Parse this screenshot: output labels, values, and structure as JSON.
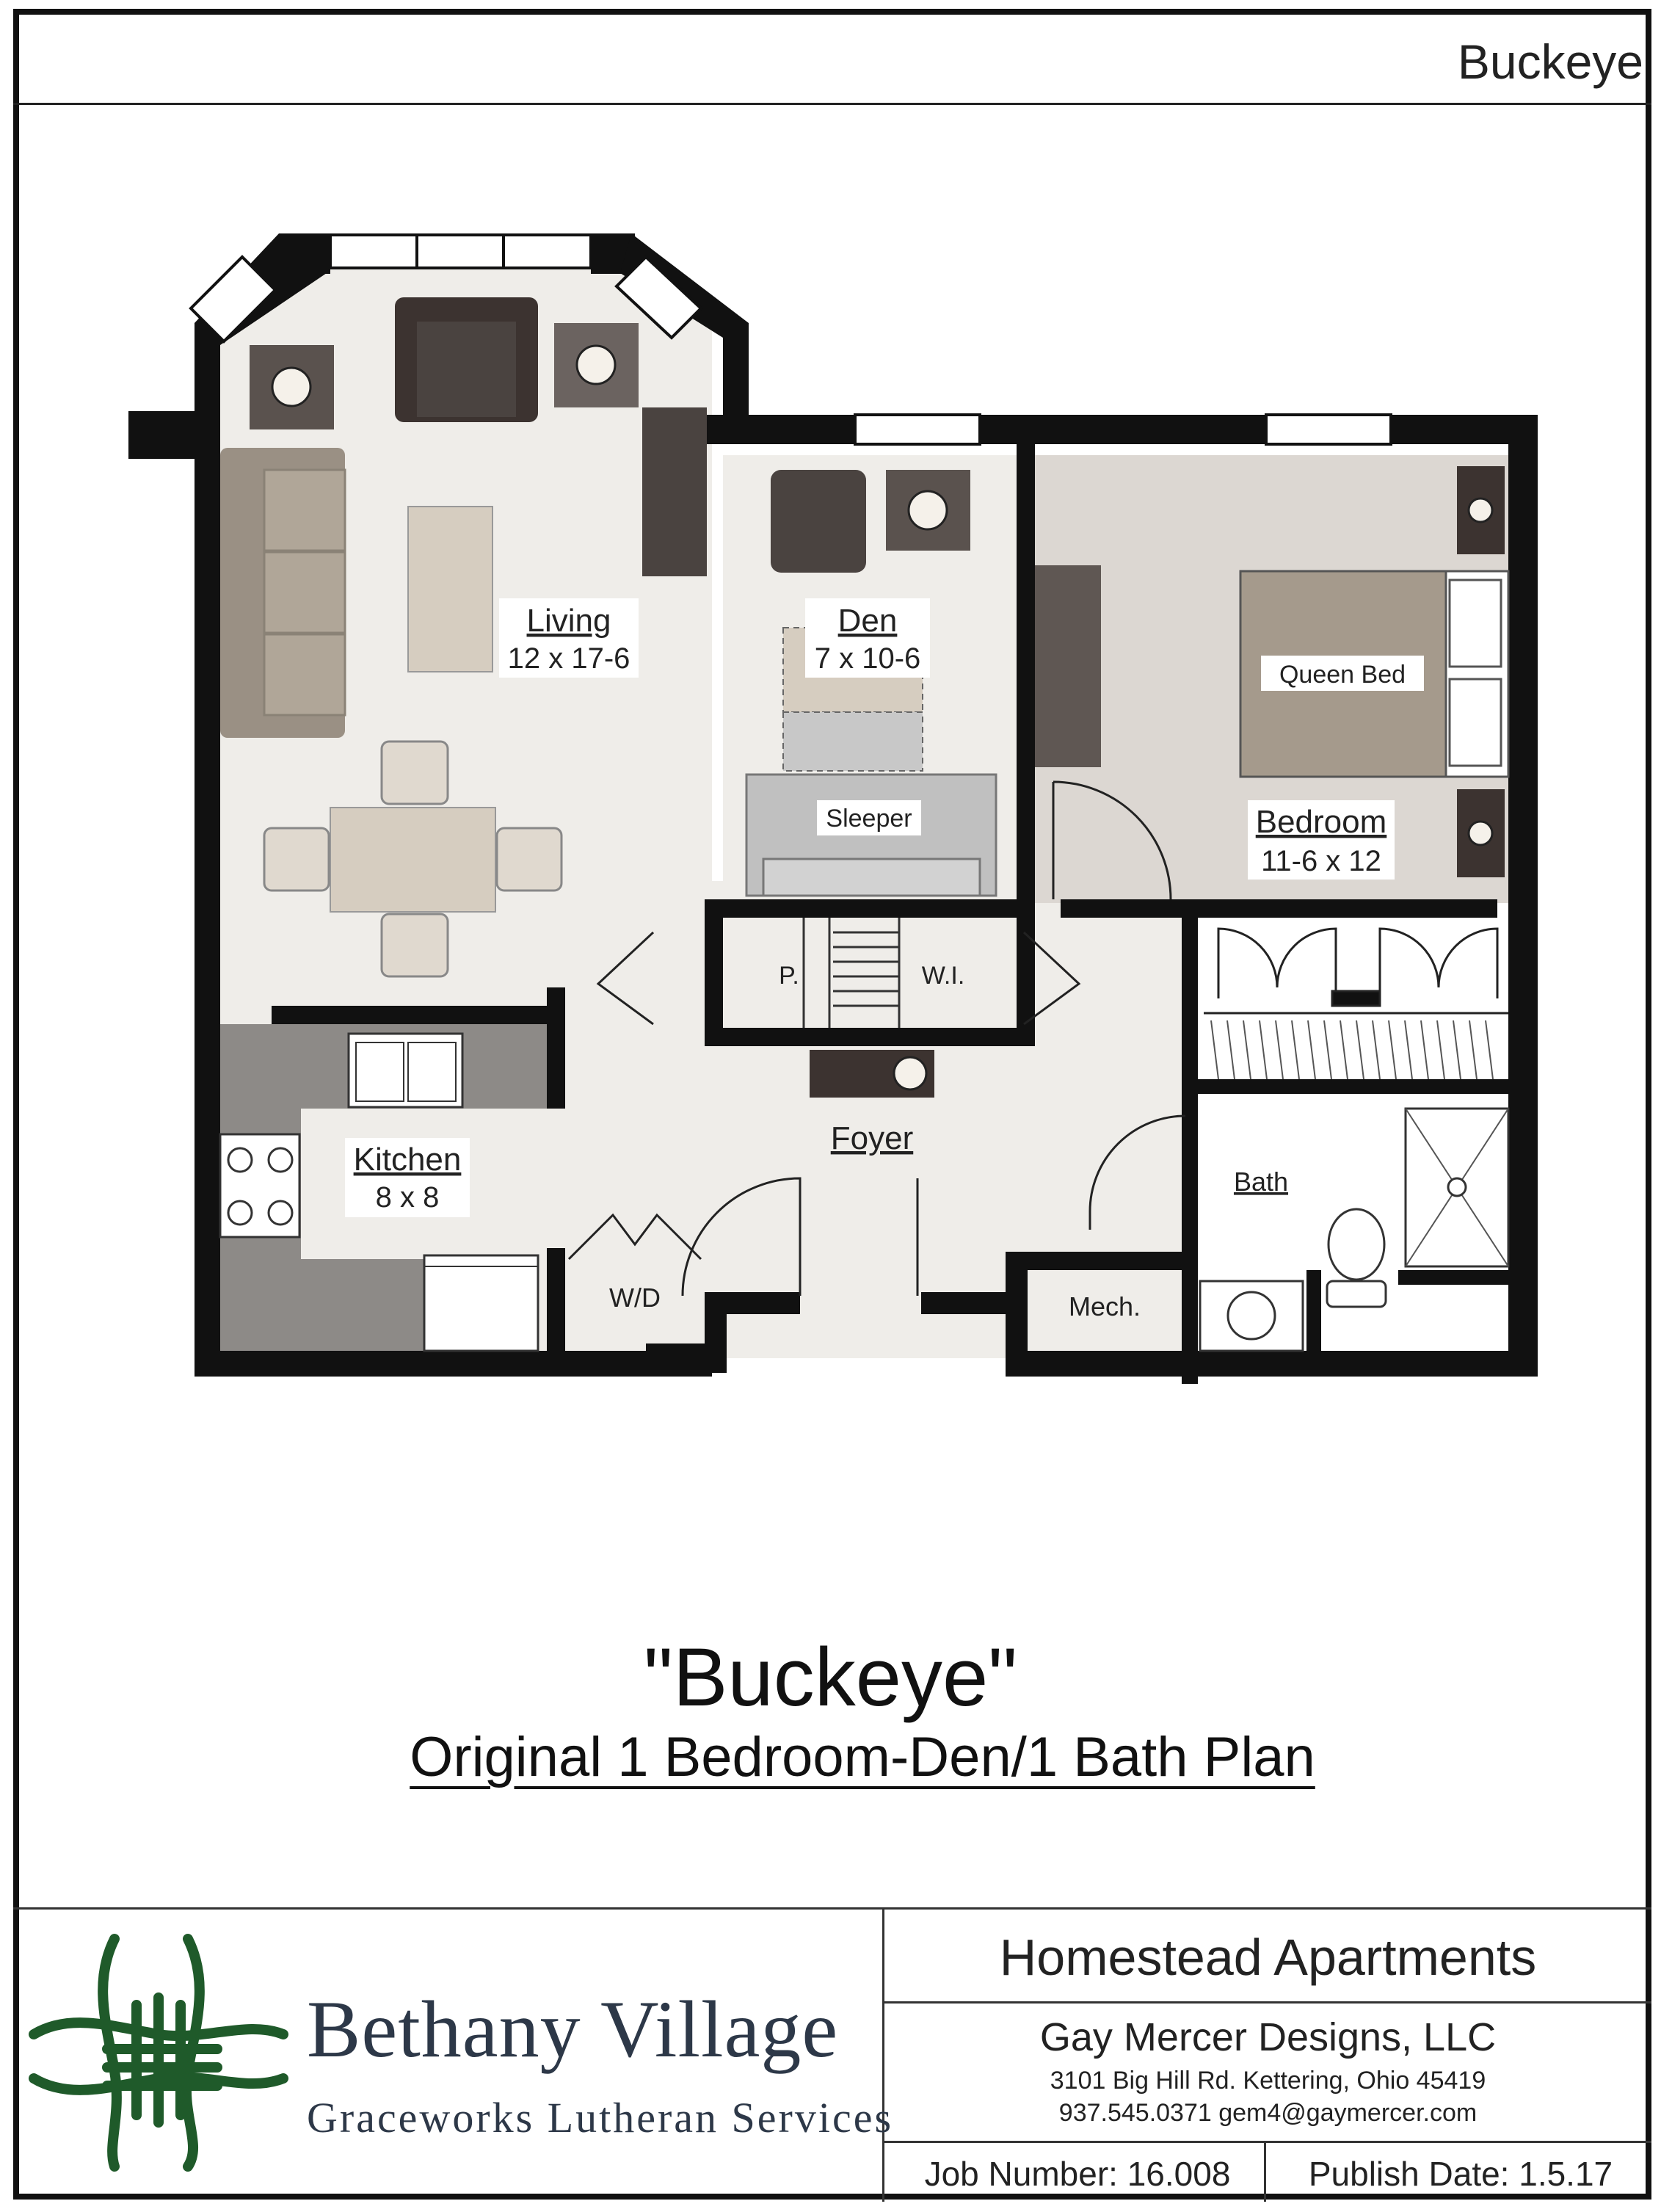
{
  "header": {
    "title": "Buckeye"
  },
  "plan": {
    "rooms": {
      "living": {
        "name": "Living",
        "size": "12 x 17-6"
      },
      "den": {
        "name": "Den",
        "size": "7 x 10-6"
      },
      "bedroom": {
        "name": "Bedroom",
        "size": "11-6 x 12"
      },
      "kitchen": {
        "name": "Kitchen",
        "size": "8 x 8"
      },
      "foyer": {
        "name": "Foyer"
      },
      "bath": {
        "name": "Bath"
      },
      "mech": {
        "name": "Mech."
      },
      "wd": {
        "name": "W/D"
      },
      "pantry": {
        "name": "P."
      },
      "walkin": {
        "name": "W.I."
      }
    },
    "furniture": {
      "queen_bed": "Queen Bed",
      "sleeper": "Sleeper"
    }
  },
  "titles": {
    "main": "\"Buckeye\"",
    "sub": "Original 1 Bedroom-Den/1 Bath Plan"
  },
  "footer": {
    "org_name": "Bethany Village",
    "org_sub": "Graceworks Lutheran Services",
    "project": "Homestead Apartments",
    "designer": "Gay Mercer Designs, LLC",
    "address": "3101 Big Hill Rd. Kettering, Ohio 45419",
    "contact": "937.545.0371   gem4@gaymercer.com",
    "job": "Job Number: 16.008",
    "publish": "Publish Date: 1.5.17"
  },
  "colors": {
    "wall": "#111111",
    "floor": "#efede9",
    "bedroom_floor": "#dcd7d2",
    "kitchen_floor": "#8d8a87",
    "furniture_dark": "#4a4340",
    "furniture_mid": "#a59a8c",
    "logo_green": "#1f5a2a",
    "logo_text": "#2d3848"
  },
  "icons": [
    "lamp-icon",
    "sink-icon",
    "stove-icon",
    "toilet-icon",
    "shower-drain-icon",
    "logo-weave-icon"
  ]
}
